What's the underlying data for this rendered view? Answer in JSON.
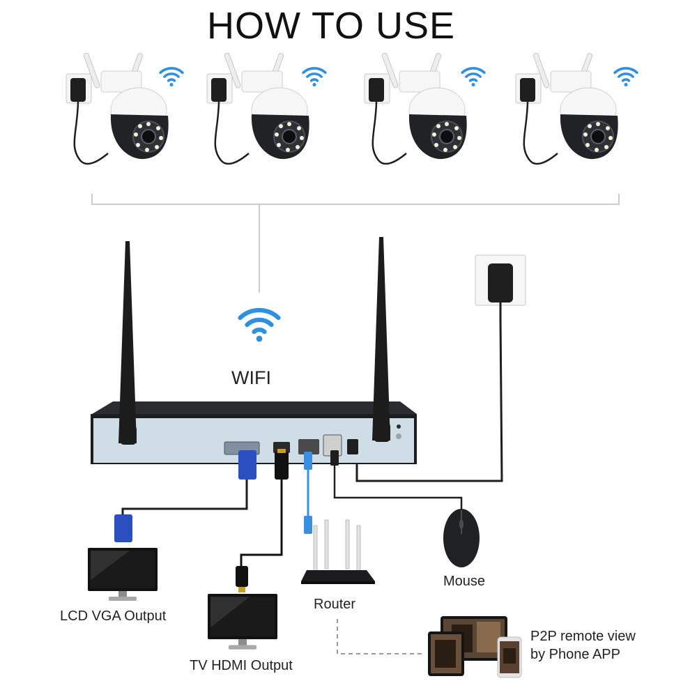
{
  "title": "HOW TO USE",
  "wifi_label": "WIFI",
  "labels": {
    "mouse": "Mouse",
    "router": "Router",
    "lcd": "LCD VGA Output",
    "tv": "TV HDMI Output",
    "p2p_line1": "P2P remote view",
    "p2p_line2": "by Phone APP"
  },
  "cameras": [
    {
      "id": "camera-1"
    },
    {
      "id": "camera-2"
    },
    {
      "id": "camera-3"
    },
    {
      "id": "camera-4"
    }
  ],
  "colors": {
    "wifi": "#2f8fe0",
    "nvr_body": "#1c1d20",
    "nvr_front": "#cfdde7",
    "vga_blue": "#2c4fc0",
    "line_gray": "#cccccc"
  },
  "icons": [
    "wifi-icon",
    "power-adapter-icon",
    "ptz-camera-icon",
    "nvr-icon",
    "antenna-icon",
    "vga-connector-icon",
    "hdmi-connector-icon",
    "ethernet-cable-icon",
    "usb-cable-icon",
    "mouse-icon",
    "router-icon",
    "monitor-icon",
    "tablet-icon",
    "phone-icon"
  ]
}
